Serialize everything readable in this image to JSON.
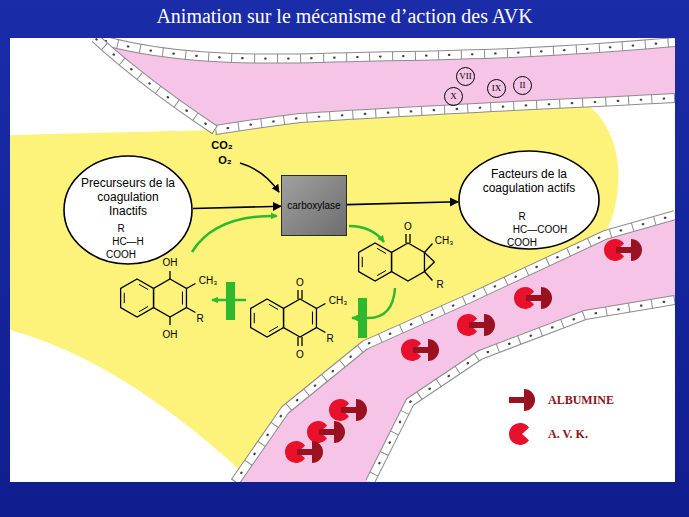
{
  "diagram": {
    "title": "Animation sur le mécanisme d’action des AVK",
    "nodes": [
      {
        "text": [
          "Precurseurs de la coagulation Inactifs"
        ]
      },
      {
        "text": [
          "carboxylase"
        ]
      },
      {
        "text": [
          "Facteurs de la coagulation actifs"
        ]
      },
      {
        "text": [
          "VII"
        ]
      },
      {
        "text": [
          "X"
        ]
      },
      {
        "text": [
          "IX"
        ]
      },
      {
        "text": [
          "II"
        ]
      }
    ],
    "edges": [
      {
        "from": 0,
        "to": 1,
        "arrow": "to"
      },
      {
        "from": 1,
        "to": 2,
        "arrow": "to"
      }
    ],
    "labels": [
      "CO₂",
      "O₂",
      "R",
      "HC—H",
      "COOH",
      "R",
      "HC—COOH",
      "COOH",
      "O",
      "CH₃",
      "R",
      "O",
      "CH₃",
      "R",
      "O",
      "OH",
      "CH₃",
      "R",
      "OH"
    ],
    "legend": [
      {
        "text": "ALBUMINE"
      },
      {
        "text": "A. V. K."
      }
    ]
  }
}
